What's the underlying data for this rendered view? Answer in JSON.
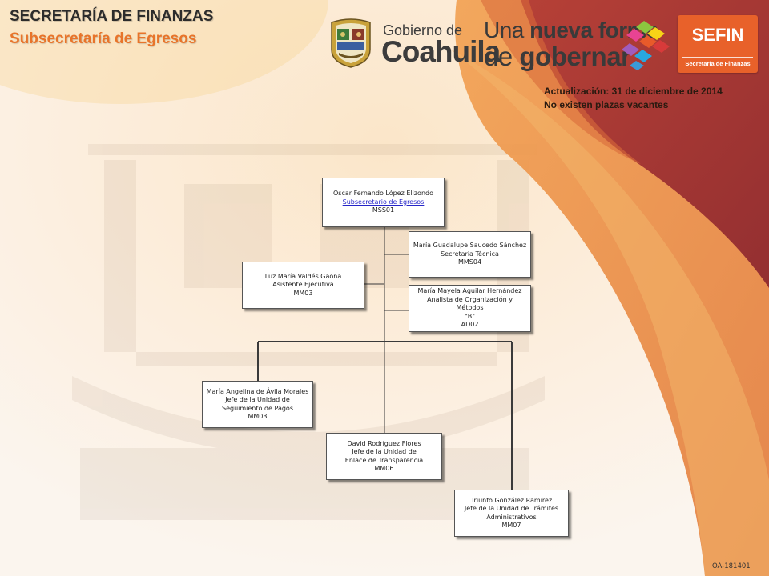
{
  "header": {
    "title": "SECRETARÍA DE FINANZAS",
    "subtitle": "Subsecretaría de Egresos"
  },
  "logos": {
    "gobierno_small": "Gobierno de",
    "gobierno_big": "Coahuila",
    "slogan_line1_regular": "Una ",
    "slogan_line1_bold": "nueva forma",
    "slogan_line2_regular": "de ",
    "slogan_line2_bold": "gobernar",
    "sefin_name": "SEFIN",
    "sefin_subtitle": "Secretaría de Finanzas"
  },
  "update": {
    "date_line": "Actualización: 31  de diciembre de 2014",
    "vacancy_line": "No existen plazas vacantes"
  },
  "org_chart": {
    "head": {
      "name": "Oscar Fernando López Elizondo",
      "role": "Subsecretario de Egresos",
      "code": "MSS01"
    },
    "staff": [
      {
        "name": "Luz María Valdés Gaona",
        "role": "Asistente Ejecutiva",
        "code": "MM03"
      },
      {
        "name": "María Guadalupe Saucedo Sánchez",
        "role": "Secretaria Técnica",
        "code": "MMS04"
      },
      {
        "name": "María Mayela Aguilar Hernández",
        "role": "Analista de Organización y Métodos",
        "role_extra": "\"B\"",
        "code": "AD02"
      }
    ],
    "units": [
      {
        "name": "María Angelina de Ávila Morales",
        "role_a": "Jefe de la Unidad de",
        "role_b": "Seguimiento de Pagos",
        "code": "MM03"
      },
      {
        "name": "David Rodríguez Flores",
        "role_a": "Jefe de la Unidad de",
        "role_b": "Enlace de Transparencia",
        "code": "MM06"
      },
      {
        "name": "Triunfo González Ramírez",
        "role_a": "Jefe de la Unidad de Trámites",
        "role_b": "Administrativos",
        "code": "MM07"
      }
    ]
  },
  "footer": {
    "code": "OA-181401"
  },
  "colors": {
    "title": "#2c2c2c",
    "subtitle": "#e8742a",
    "sefin": "#e8612a",
    "link": "#2424c8",
    "connector": "#3a3a3a"
  }
}
